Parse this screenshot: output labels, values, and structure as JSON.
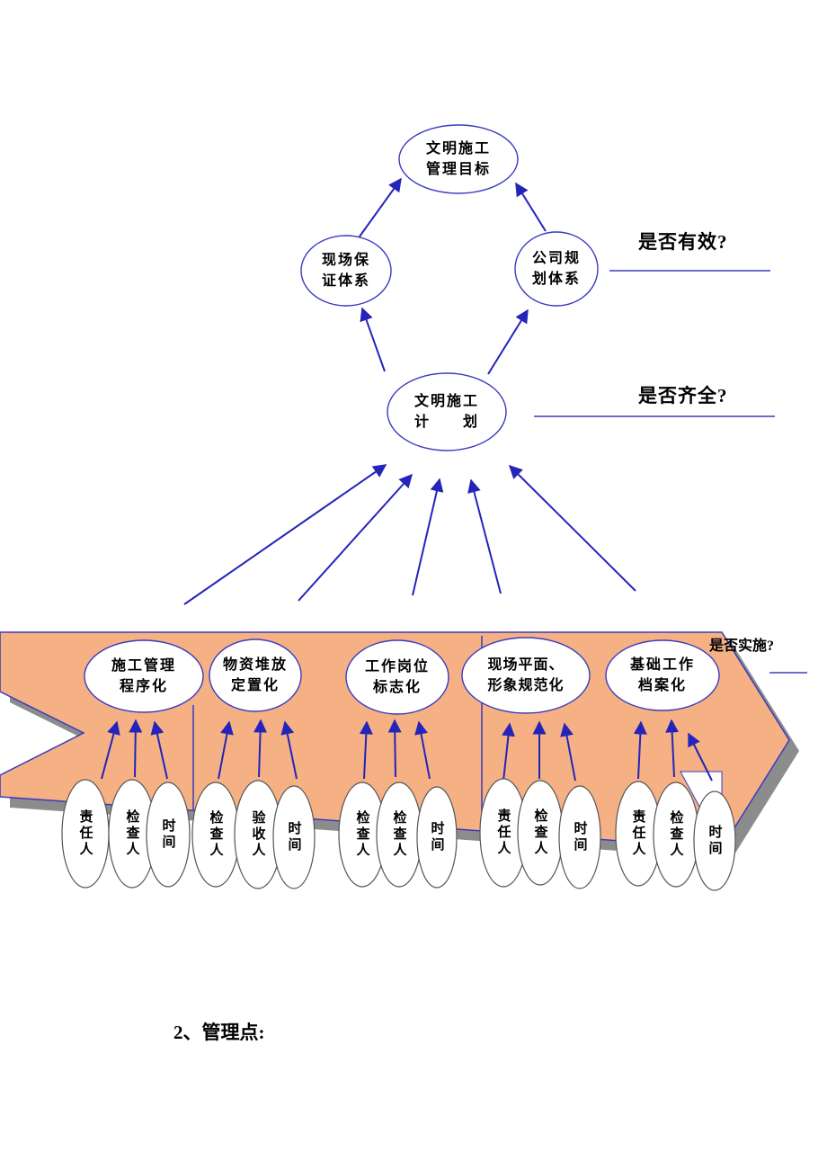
{
  "diagram": {
    "top_goal": "文明施工\n管理目标",
    "left_system": "现场保\n证体系",
    "right_system": "公司规\n划体系",
    "plan": "文明施工\n计　　划",
    "q_effective": "是否有效?",
    "q_complete": "是否齐全?",
    "q_implemented": "是否实施?",
    "banner_items": [
      "施工管理\n程序化",
      "物资堆放\n定置化",
      "工作岗位\n标志化",
      "现场平面、\n形象规范化",
      "基础工作\n档案化"
    ],
    "role_groups": [
      [
        "责任人",
        "检查人",
        "时间"
      ],
      [
        "检查人",
        "验收人",
        "时间"
      ],
      [
        "检查人",
        "检查人",
        "时间"
      ],
      [
        "责任人",
        "检查人",
        "时间"
      ],
      [
        "责任人",
        "检查人",
        "时间"
      ]
    ],
    "colors": {
      "banner_fill": "#F5B183",
      "banner_shadow": "#8c8c8c",
      "arrow_blue": "#2424bb",
      "ellipse_outline": "#3a3ac0",
      "small_ellipse_outline": "#555555"
    }
  },
  "footer": {
    "text": "2、管理点:"
  }
}
